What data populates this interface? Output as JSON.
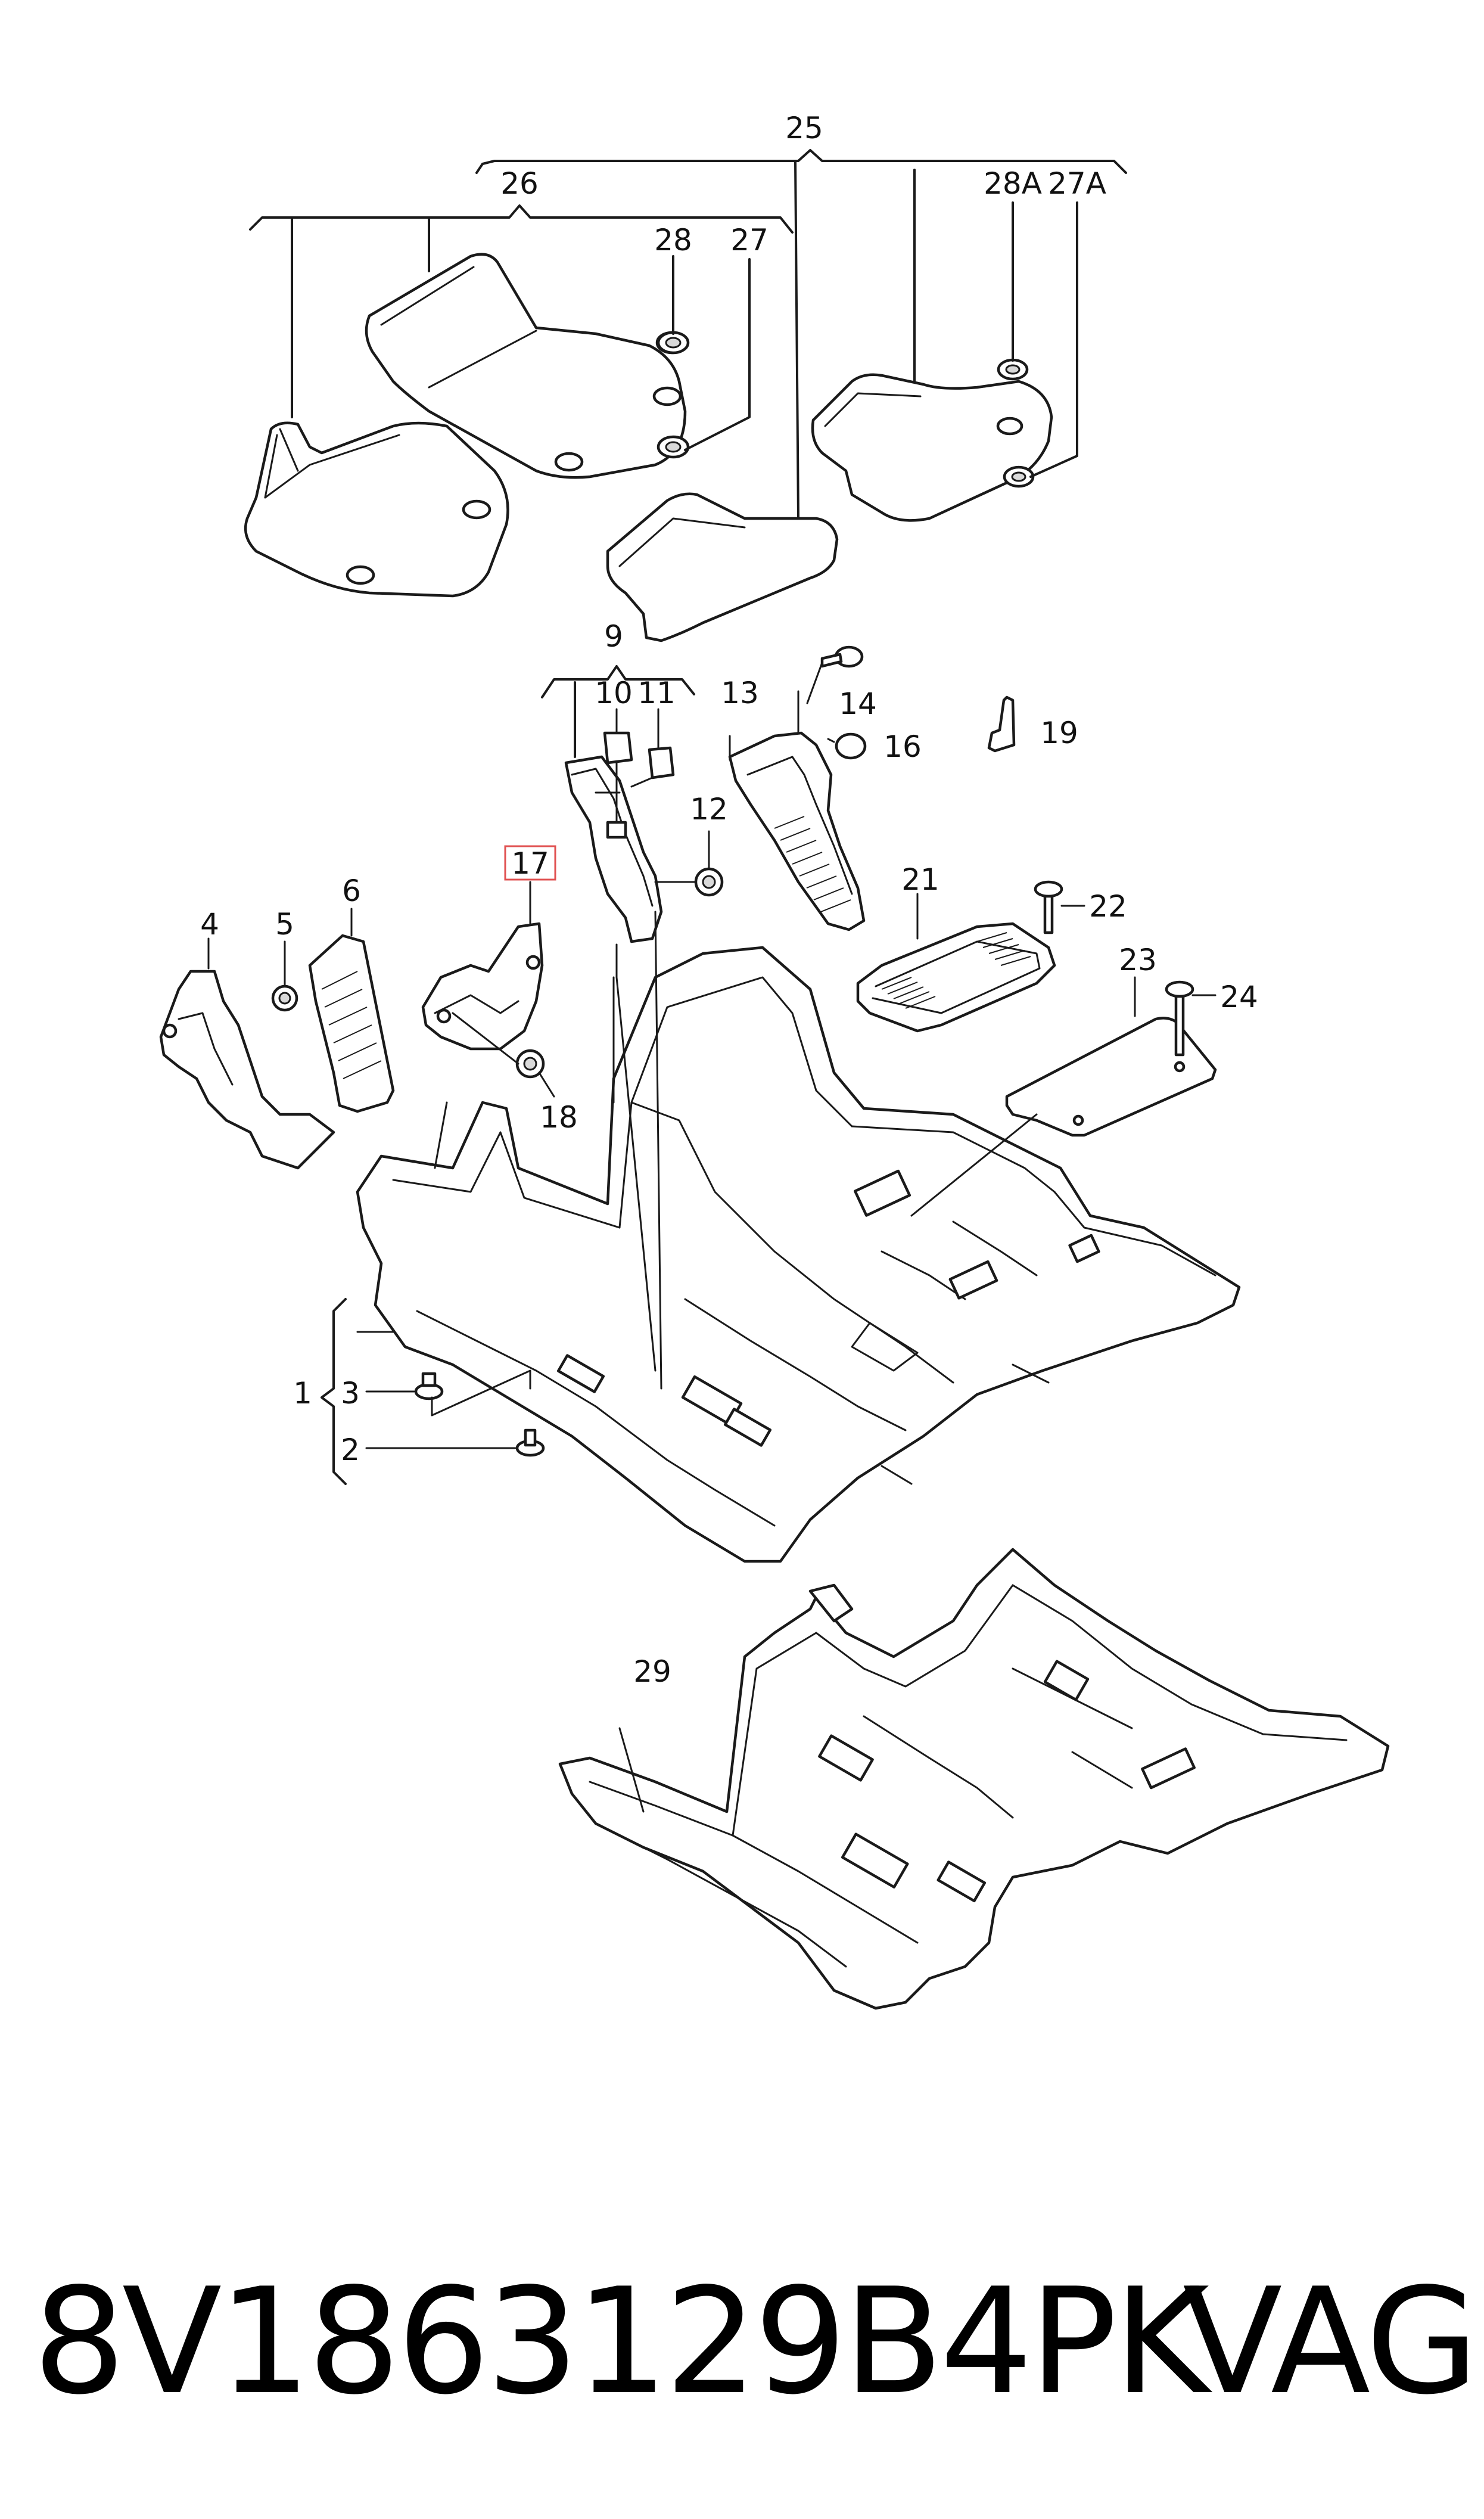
{
  "labels": {
    "n1": "1",
    "n2": "2",
    "n3": "3",
    "n4": "4",
    "n5": "5",
    "n6": "6",
    "n9": "9",
    "n10": "10",
    "n11": "11",
    "n12": "12",
    "n13": "13",
    "n14": "14",
    "n16": "16",
    "n17": "17",
    "n18": "18",
    "n19": "19",
    "n21": "21",
    "n22": "22",
    "n23": "23",
    "n24": "24",
    "n25": "25",
    "n26": "26",
    "n27": "27",
    "n27a": "27A",
    "n28": "28",
    "n28a": "28A",
    "n29": "29"
  },
  "highlight_color": "#e05050",
  "footer": {
    "part_number": "8V1863129B4PK",
    "brand": "VAG"
  }
}
